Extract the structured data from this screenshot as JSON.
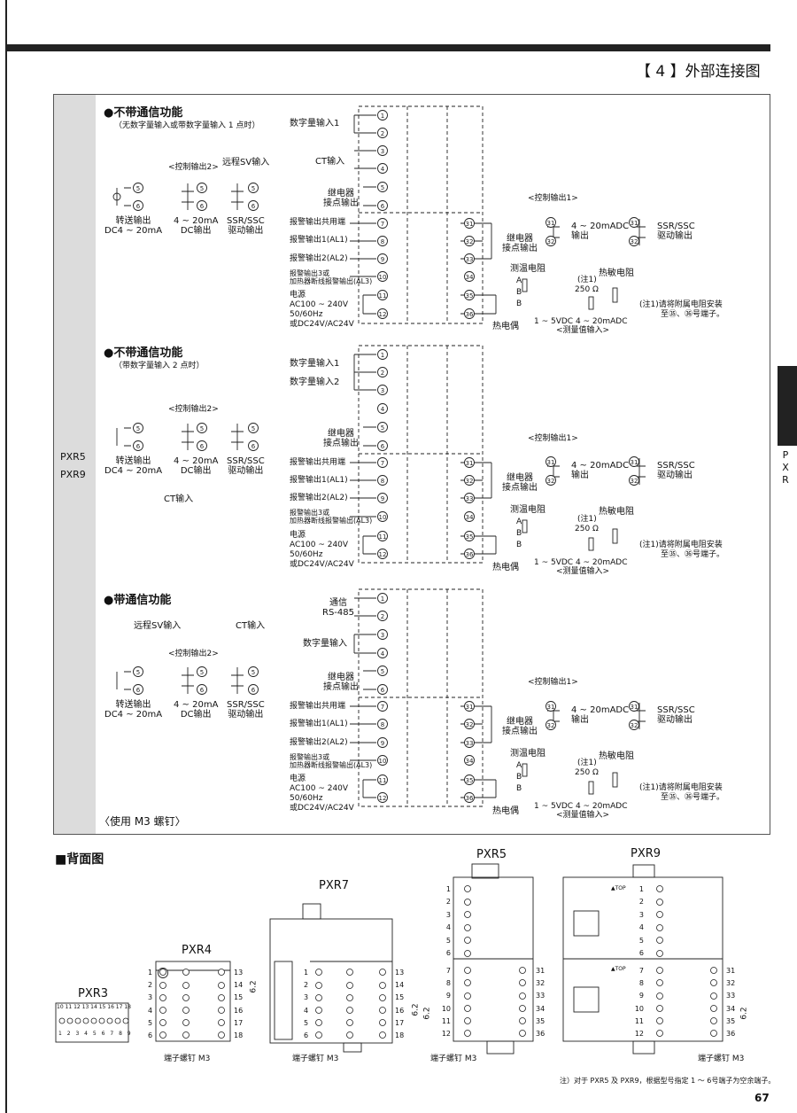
{
  "page": {
    "section_title": "【 4 】外部连接图",
    "side_tab_letters": [
      "P",
      "X",
      "R"
    ],
    "page_number": "67",
    "footnote": "注）对于 PXR5 及 PXR9，根据型号指定 1 ～ 6号端子为空余端子。"
  },
  "models": [
    "PXR5",
    "PXR9"
  ],
  "section1": {
    "heading": "●不带通信功能",
    "subheading": "（无数字量输入或带数字量输入 1 点时）",
    "digital_input": "数字量输入1",
    "ct_input": "CT输入",
    "remote_sv": "远程SV输入",
    "relay": [
      "继电器",
      "接点输出"
    ]
  },
  "section2": {
    "heading": "●不带通信功能",
    "subheading": "（带数字量输入 2 点时）",
    "digital_input_1": "数字量输入1",
    "digital_input_2": "数字量输入2",
    "ct_input": "CT输入",
    "relay": [
      "继电器",
      "接点输出"
    ]
  },
  "section3": {
    "heading": "●带通信功能",
    "comm": [
      "通信",
      "RS-485"
    ],
    "remote_sv": "远程SV输入",
    "ct_input": "CT输入",
    "digital_input": "数字量输入",
    "relay": [
      "继电器",
      "接点输出"
    ],
    "screw_note": "〈使用 M3 螺钉〉"
  },
  "common": {
    "control_output_2": "<控制输出2>",
    "control_output_1": "<控制输出1>",
    "transfer_output": [
      "转送输出",
      "DC4 ~ 20mA"
    ],
    "current_output": [
      "4 ~ 20mA",
      "DC输出"
    ],
    "ssr_output": [
      "SSR/SSC",
      "驱动输出"
    ],
    "alarm_common": "报警输出共用端",
    "alarm_1": "报警输出1(AL1)",
    "alarm_2": "报警输出2(AL2)",
    "alarm_3": [
      "报警输出3或",
      "加热器断线报警输出(AL3)"
    ],
    "power": [
      "电源",
      "AC100 ~ 240V",
      "50/60Hz",
      "或DC24V/AC24V"
    ],
    "relay_right": [
      "继电器",
      "接点输出"
    ],
    "ma_out": [
      "4 ~ 20mADC",
      "输出"
    ],
    "ssr_right": [
      "SSR/SSC",
      "驱动输出"
    ],
    "rtd": "测温电阻",
    "rtd_abb": [
      "A",
      "B",
      "B"
    ],
    "thermistor": "热敏电阻",
    "note1": "(注1)",
    "ohm": "250 Ω",
    "thermocouple": "热电偶",
    "meas_ranges": "1 ~ 5VDC  4 ~ 20mADC",
    "meas_input": "<测量值输入>",
    "note_text": [
      "(注1)请将附属电阻安装",
      "至㉟、㊱号端子。"
    ]
  },
  "rear": {
    "title": "■背面图",
    "pxr3": "PXR3",
    "pxr4": "PXR4",
    "pxr7": "PXR7",
    "pxr5": "PXR5",
    "pxr9": "PXR9",
    "screw_label": "端子螺钉 M3",
    "dim": "6.2",
    "top_mark": "▲TOP",
    "left_terms": [
      "1",
      "2",
      "3",
      "4",
      "5",
      "6"
    ],
    "right_terms_small": [
      "13",
      "14",
      "15",
      "16",
      "17",
      "18"
    ],
    "lower_left_terms": [
      "7",
      "8",
      "9",
      "10",
      "11",
      "12"
    ],
    "right_terms_large": [
      "31",
      "32",
      "33",
      "34",
      "35",
      "36"
    ],
    "pxr3_top_nums": "10 11 12 13 14 15 16 17 18",
    "pxr3_bot_nums": "1 2 3 4 5 6 7 8 9"
  }
}
